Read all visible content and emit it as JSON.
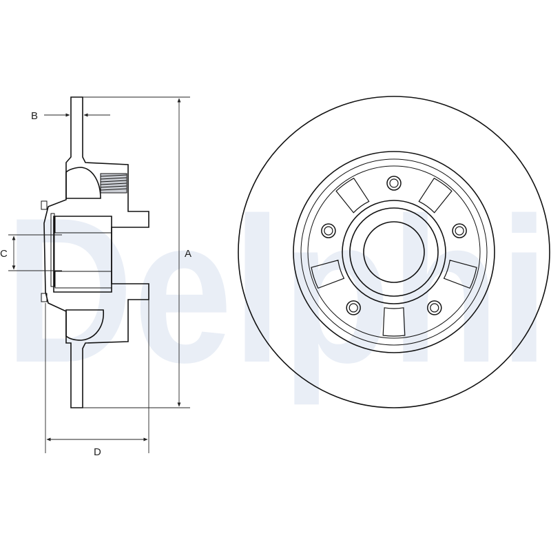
{
  "watermark": {
    "text": "Delphi"
  },
  "dimensions": {
    "A": "A",
    "B": "B",
    "C": "C",
    "D": "D"
  },
  "colors": {
    "part_fill": "#d6d9de",
    "line": "#111111",
    "watermark": "#e9eef6",
    "background": "#ffffff"
  }
}
